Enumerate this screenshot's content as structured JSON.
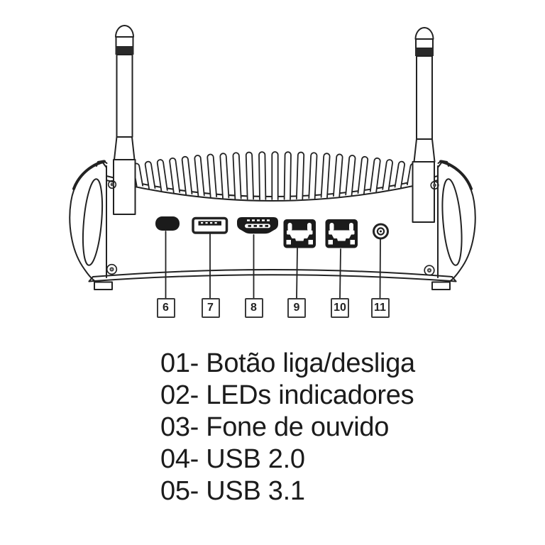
{
  "figure": {
    "type": "device-rear-port-diagram",
    "background": "#ffffff",
    "ink_color": "#1f1f1f",
    "callouts": [
      "6",
      "7",
      "8",
      "9",
      "10",
      "11"
    ],
    "legend": [
      "01- Botão liga/desliga",
      "02- LEDs indicadores",
      "03- Fone de ouvido",
      "04- USB 2.0",
      "05- USB 3.1"
    ]
  }
}
